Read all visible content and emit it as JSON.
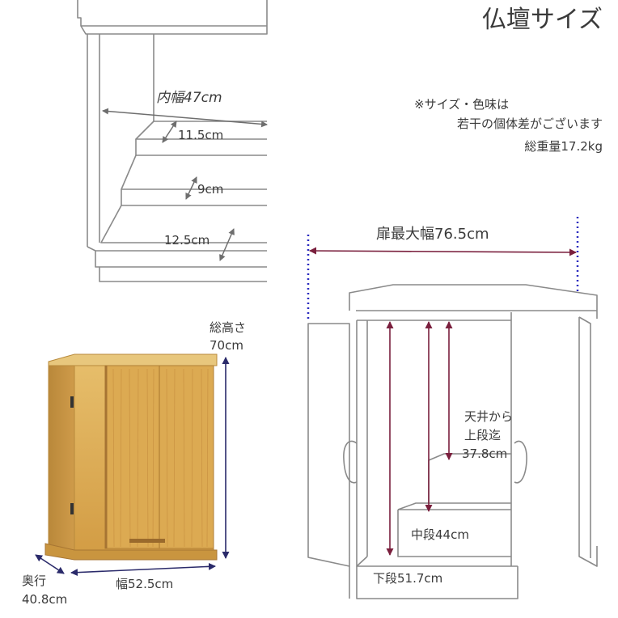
{
  "title": "仏壇サイズ",
  "note": {
    "line1": "※サイズ・色味は",
    "line2": "若干の個体差がございます",
    "weight": "総重量17.2kg"
  },
  "interior": {
    "inner_width": "内幅47cm",
    "upper_step_depth": "11.5cm",
    "middle_step_depth": "9cm",
    "lower_step_depth": "12.5cm"
  },
  "product": {
    "total_height_line1": "総高さ",
    "total_height_line2": "70cm",
    "width": "幅52.5cm",
    "depth_line1": "奥行",
    "depth_line2": "40.8cm"
  },
  "front": {
    "door_max_width": "扉最大幅76.5cm",
    "ceiling_upper_line1": "天井から",
    "ceiling_upper_line2": "上段迄",
    "ceiling_upper_line3": "37.8cm",
    "middle_step": "中段44cm",
    "lower_step": "下段51.7cm"
  },
  "colors": {
    "outline": "#8a8a8a",
    "arrow_dark": "#7a1f3d",
    "arrow_navy": "#2a2a6a",
    "dotted": "#2b2bbf",
    "wood": "#d9ad5a"
  }
}
